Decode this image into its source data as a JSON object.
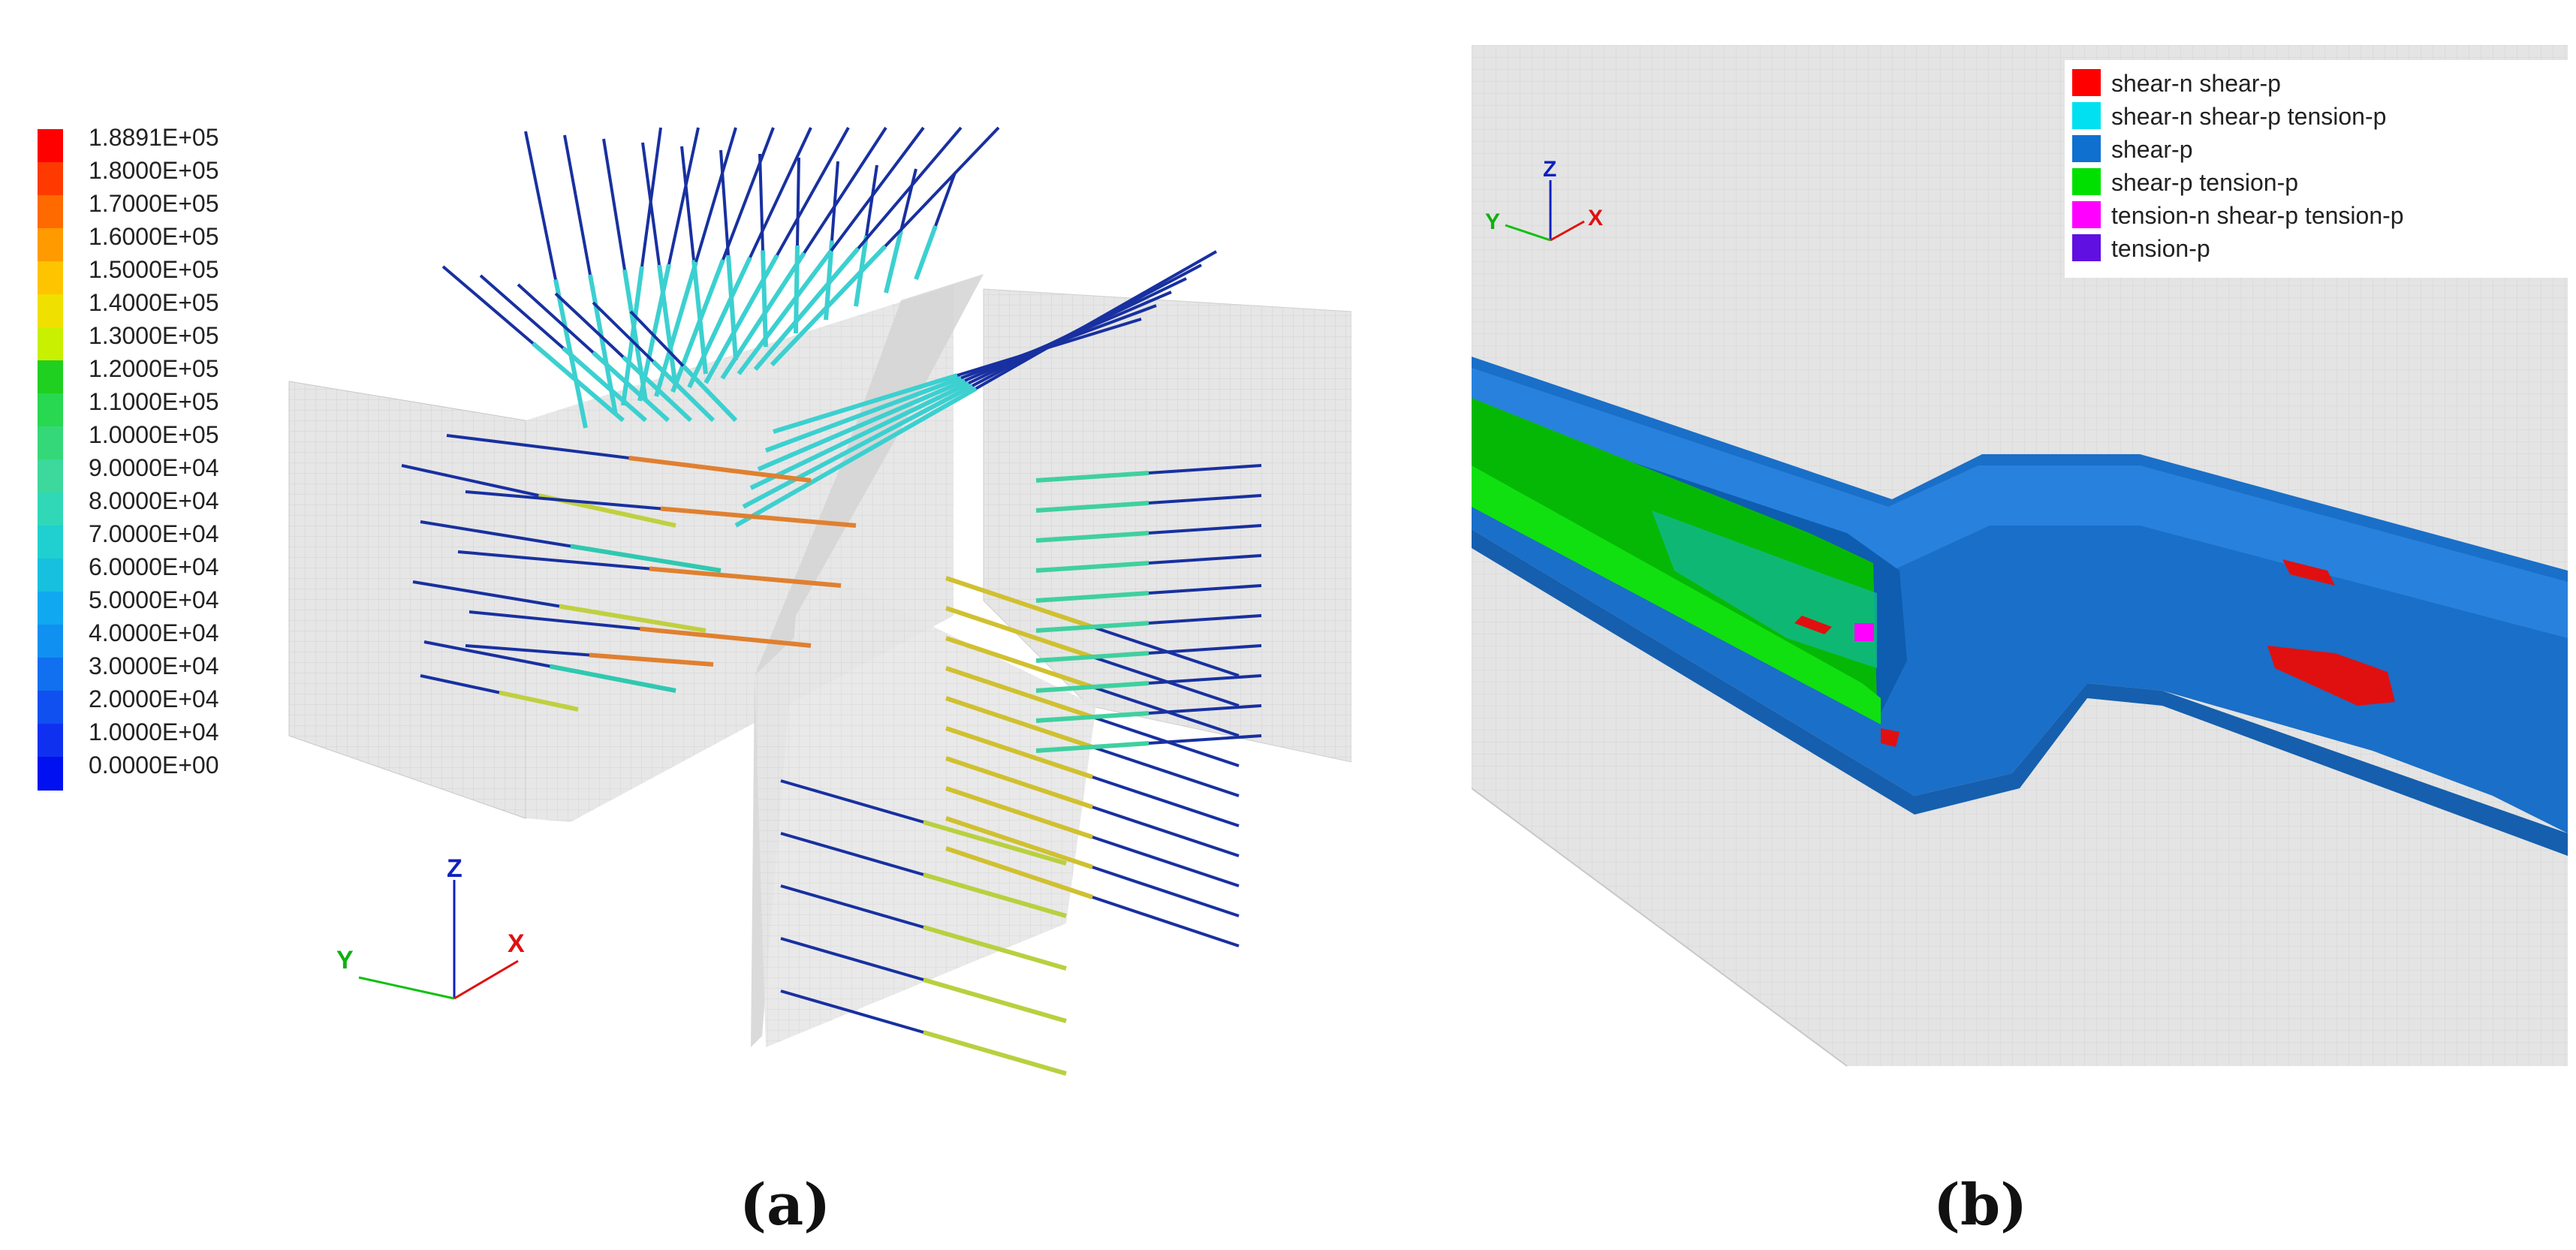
{
  "panel_a": {
    "caption": "(a)",
    "colorbar": {
      "labels": [
        "1.8891E+05",
        "1.8000E+05",
        "1.7000E+05",
        "1.6000E+05",
        "1.5000E+05",
        "1.4000E+05",
        "1.3000E+05",
        "1.2000E+05",
        "1.1000E+05",
        "1.0000E+05",
        "9.0000E+04",
        "8.0000E+04",
        "7.0000E+04",
        "6.0000E+04",
        "5.0000E+04",
        "4.0000E+04",
        "3.0000E+04",
        "2.0000E+04",
        "1.0000E+04",
        "0.0000E+00"
      ],
      "colors": [
        "#ff0000",
        "#ff3a00",
        "#ff6a00",
        "#ff9a00",
        "#ffc400",
        "#f0e000",
        "#c8f000",
        "#20d020",
        "#28d850",
        "#34d878",
        "#3cd89c",
        "#30d8b8",
        "#20d0d0",
        "#18c0e0",
        "#10a8f0",
        "#1090f0",
        "#1070f0",
        "#1050f0",
        "#1030f0",
        "#0010f0"
      ]
    },
    "axes": {
      "z": "Z",
      "y": "Y",
      "x": "X"
    }
  },
  "panel_b": {
    "caption": "(b)",
    "legend": [
      {
        "label": "shear-n shear-p",
        "color": "#ff0000"
      },
      {
        "label": "shear-n shear-p tension-p",
        "color": "#00e0f0"
      },
      {
        "label": "shear-p",
        "color": "#1070d0"
      },
      {
        "label": "shear-p tension-p",
        "color": "#00e000"
      },
      {
        "label": "tension-n shear-p tension-p",
        "color": "#ff00ff"
      },
      {
        "label": "tension-p",
        "color": "#6010e0"
      }
    ],
    "axes": {
      "z": "Z",
      "y": "Y",
      "x": "X"
    }
  }
}
